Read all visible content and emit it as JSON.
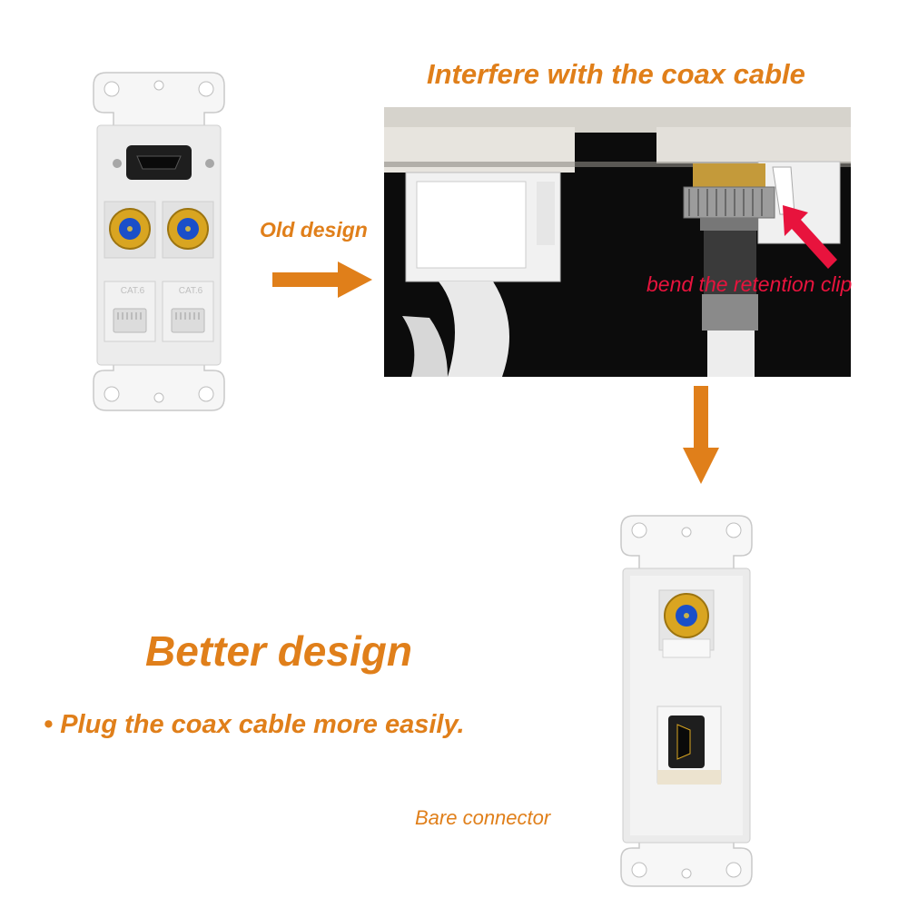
{
  "heading": "Interfere with the coax cable",
  "old_label": "Old design",
  "clip_label": "bend the retention clip",
  "better_title": "Better design",
  "bullet_text": "• Plug the coax cable more easily.",
  "bare_label": "Bare connector",
  "jack_label_left": "CAT.6",
  "jack_label_right": "CAT.6",
  "colors": {
    "accent": "#e07f1a",
    "clip_text": "#e8133d",
    "plate": "#f4f4f4",
    "coax_blue": "#1a4fc9",
    "gold": "#d9a521"
  },
  "icons": [
    "arrow-right-icon",
    "arrow-down-icon",
    "red-pointer-arrow-icon"
  ]
}
